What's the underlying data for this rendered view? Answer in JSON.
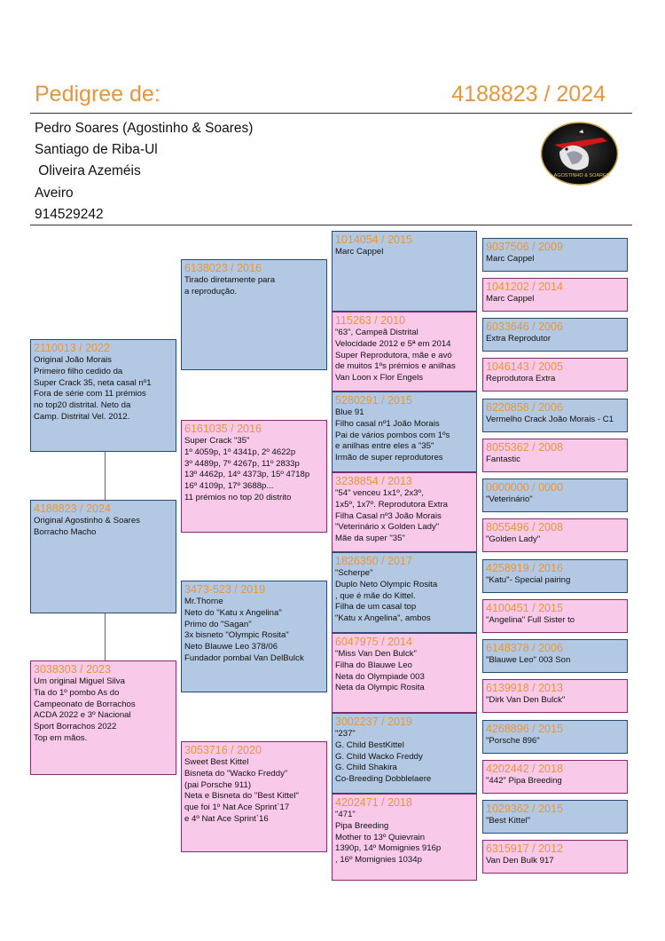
{
  "header": {
    "title": "Pedigree de:",
    "ring": "4188823 / 2024"
  },
  "owner": {
    "lines": [
      "Pedro Soares (Agostinho & Soares)",
      "Santiago de Riba-Ul",
      " Oliveira Azeméis",
      "Aveiro",
      "914529242"
    ]
  },
  "logo": {
    "text": "AGOSTINHO & SOARES"
  },
  "pigeons": [
    {
      "id": "4188823 / 2024",
      "lines": [
        "Original Agostinho & Soares",
        "Borracho Macho"
      ]
    },
    {
      "id": "2110013 / 2022",
      "lines": [
        "Original João Morais",
        "Primeiro filho cedido da",
        "Super Crack 35, neta casal nº1",
        "Fora de série com 11 prémios",
        "no top20 distrital. Neto da",
        "Camp. Distrital Vel. 2012."
      ]
    },
    {
      "id": "3038303 / 2023",
      "lines": [
        "Um original Miguel Silva",
        "Tia do 1º pombo As do",
        "Campeonato de Borrachos",
        "ACDA 2022 e 3º Nacional",
        "Sport Borrachos 2022",
        "Top em mãos."
      ]
    },
    {
      "id": "6138023 / 2016",
      "lines": [
        "Tirado diretamente para",
        "a reprodução."
      ]
    },
    {
      "id": "6161035 / 2016",
      "lines": [
        "Super Crack \"35\"",
        "1º 4059p, 1º 4341p, 2º 4622p",
        "3º 4489p, 7º 4267p, 11º 2833p",
        "13º 4462p, 14º 4373p, 15º 4718p",
        "16º 4109p, 17º 3688p...",
        "11 prémios no top 20 distrito"
      ]
    },
    {
      "id": "3473-523 / 2019",
      "lines": [
        "Mr.Thorne",
        "Neto do \"Katu x Angelina\"",
        "Primo do \"Sagan\"",
        "3x bisneto \"Olympic Rosita\"",
        "Neto Blauwe Leo 378/06",
        "Fundador pombal Van DelBulck"
      ]
    },
    {
      "id": "3053716 / 2020",
      "lines": [
        "Sweet Best Kittel",
        "Bisneta do \"Wacko Freddy\"",
        "(pai Porsche 911)",
        "Neta e Bisneta do \"Best Kittel\"",
        "que foi 1º Nat Ace Sprint`17",
        "e 4º Nat Ace Sprint`16"
      ]
    },
    {
      "id": "1014054 / 2015",
      "lines": [
        "Marc Cappel"
      ]
    },
    {
      "id": "115263 / 2010",
      "lines": [
        "\"63\", Campeã Distrital",
        "Velocidade 2012 e 5ª em 2014",
        "Super Reprodutora, mãe e avó",
        "de muitos 1ºs prémios e anilhas",
        "Van Loon x Flor Engels"
      ]
    },
    {
      "id": "5280291 / 2015",
      "lines": [
        "Blue 91",
        "Filho casal nº1 João Morais",
        "Pai de vários pombos com 1ºs",
        "e anilhas entre eles a \"35\"",
        "Irmão de super reprodutores"
      ]
    },
    {
      "id": "3238854 / 2013",
      "lines": [
        "\"54\" venceu 1x1º, 2x3º,",
        "1x5º, 1x7º. Reprodutora Extra",
        "Filha Casal nº3 João Morais",
        "\"Veterinário x Golden Lady\"",
        "Mãe da super \"35\""
      ]
    },
    {
      "id": "1826350 / 2017",
      "lines": [
        "\"Scherpe\"",
        "Duplo Neto Olympic Rosita",
        ", que é mãe do Kittel.",
        "Filha de um casal top",
        "\"Katu x Angelina\", ambos"
      ]
    },
    {
      "id": "6047975 / 2014",
      "lines": [
        "\"Miss Van Den Bulck\"",
        "Filha do Blauwe Leo",
        "Neta do Olympiade 003",
        "Neta da Olympic Rosita"
      ]
    },
    {
      "id": "3002237 / 2019",
      "lines": [
        "\"237\"",
        "G. Child BestKittel",
        "G. Child Wacko Freddy",
        "G. Child Shakira",
        "Co-Breeding Dobblelaere"
      ]
    },
    {
      "id": "4202471 / 2018",
      "lines": [
        "\"471\"",
        "Pipa Breeding",
        "Mother to 13º Quievrain",
        "1390p, 14º Momignies 916p",
        ", 16º Momignies 1034p"
      ]
    },
    {
      "id": "9037506 / 2009",
      "lines": [
        "Marc Cappel"
      ]
    },
    {
      "id": "1041202 / 2014",
      "lines": [
        "Marc Cappel"
      ]
    },
    {
      "id": "6033646 / 2006",
      "lines": [
        "Extra Reprodutor"
      ]
    },
    {
      "id": "1046143 / 2005",
      "lines": [
        "Reprodutora Extra"
      ]
    },
    {
      "id": "6220858 / 2006",
      "lines": [
        "Vermelho Crack João Morais - C1"
      ]
    },
    {
      "id": "8055362 / 2008",
      "lines": [
        "Fantastic"
      ]
    },
    {
      "id": "0000000 / 0000",
      "lines": [
        "\"Veterinário\""
      ]
    },
    {
      "id": "8055496 / 2008",
      "lines": [
        "\"Golden Lady\""
      ]
    },
    {
      "id": "4258919 / 2016",
      "lines": [
        "\"Katu\"- Special pairing"
      ]
    },
    {
      "id": "4100451 / 2015",
      "lines": [
        "\"Angelina\" Full Sister to"
      ]
    },
    {
      "id": "6148378 / 2006",
      "lines": [
        "\"Blauwe Leo\" 003 Son"
      ]
    },
    {
      "id": "6139918 / 2013",
      "lines": [
        "\"Dirk Van Den Bulck\""
      ]
    },
    {
      "id": "4268896 / 2015",
      "lines": [
        "\"Porsche 896\""
      ]
    },
    {
      "id": "4202442 / 2018",
      "lines": [
        "\"442\" Pipa Breeding"
      ]
    },
    {
      "id": "1029362 / 2015",
      "lines": [
        "\"Best Kittel\""
      ]
    },
    {
      "id": "6315917 / 2012",
      "lines": [
        "Van Den Bulk 917"
      ]
    }
  ]
}
